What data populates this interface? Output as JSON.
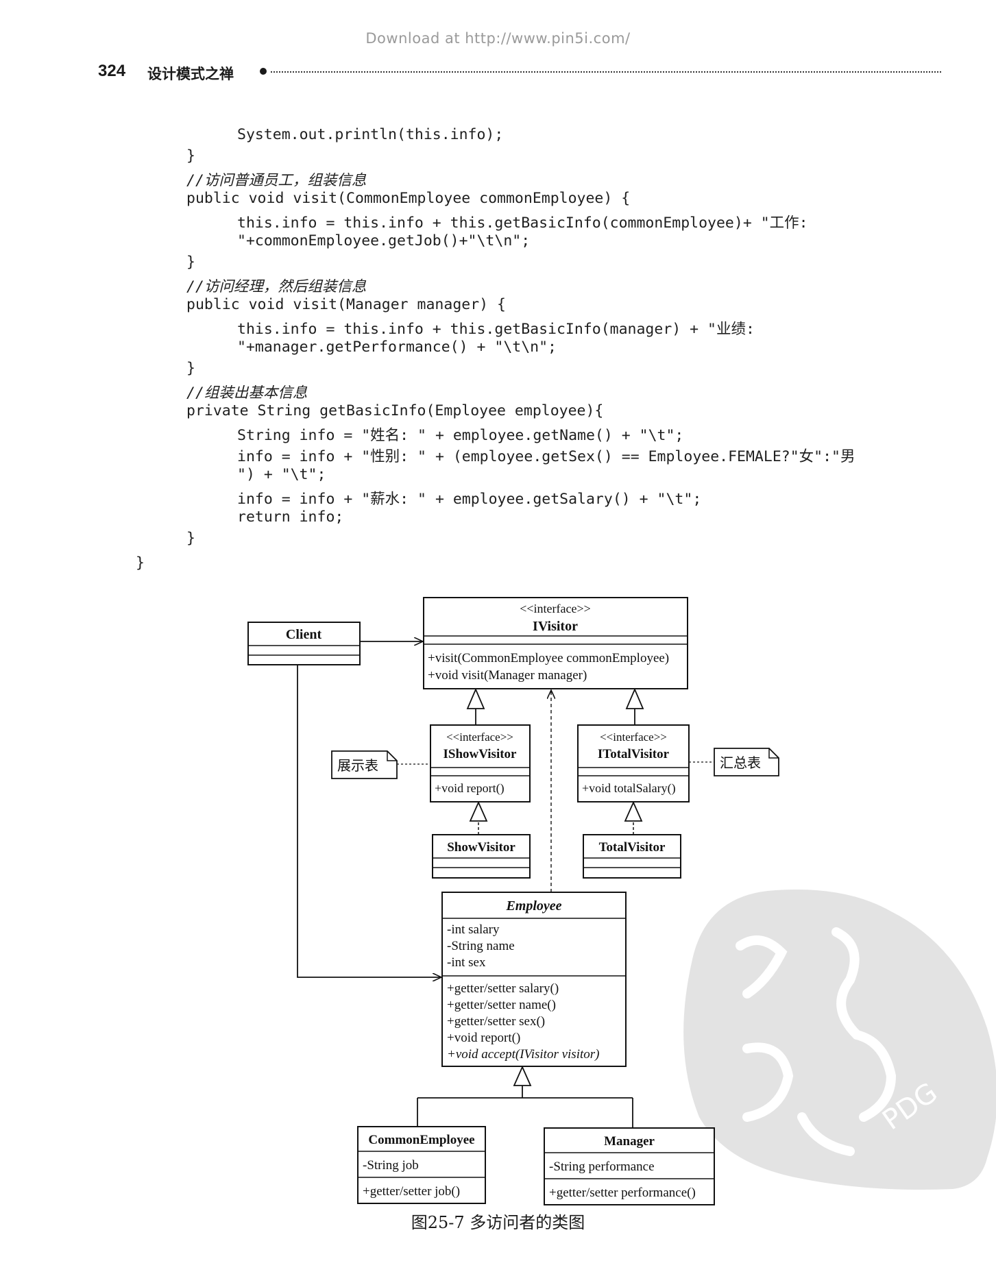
{
  "download_banner": "Download at http://www.pin5i.com/",
  "header": {
    "page_number": "324",
    "book_title": "设计模式之禅"
  },
  "code_lines": [
    "System.out.println(this.info);",
    "}",
    "//访问普通员工，组装信息",
    "public void visit(CommonEmployee commonEmployee) {",
    "this.info = this.info + this.getBasicInfo(commonEmployee)+ \"工作:",
    "\"+commonEmployee.getJob()+\"\\t\\n\";",
    "}",
    "//访问经理，然后组装信息",
    "public void visit(Manager manager) {",
    "this.info = this.info + this.getBasicInfo(manager) + \"业绩:",
    "\"+manager.getPerformance() + \"\\t\\n\";",
    "}",
    "//组装出基本信息",
    "private String getBasicInfo(Employee employee){",
    "String info = \"姓名: \" + employee.getName() + \"\\t\";",
    "info = info + \"性别: \" + (employee.getSex() == Employee.FEMALE?\"女\":\"男",
    "\") + \"\\t\";",
    "info = info + \"薪水: \" + employee.getSalary() + \"\\t\";",
    "return info;",
    "}",
    "}"
  ],
  "diagram": {
    "client": {
      "name": "Client"
    },
    "ivisitor": {
      "stereotype": "<<interface>>",
      "name": "IVisitor",
      "methods": [
        "+visit(CommonEmployee commonEmployee)",
        "+void visit(Manager manager)"
      ]
    },
    "ishowvisitor": {
      "stereotype": "<<interface>>",
      "name": "IShowVisitor",
      "methods": [
        "+void report()"
      ]
    },
    "itotalvisitor": {
      "stereotype": "<<interface>>",
      "name": "ITotalVisitor",
      "methods": [
        "+void totalSalary()"
      ]
    },
    "note_show": "展示表",
    "note_total": "汇总表",
    "showvisitor": {
      "name": "ShowVisitor"
    },
    "totalvisitor": {
      "name": "TotalVisitor"
    },
    "employee": {
      "name": "Employee",
      "attributes": [
        "-int salary",
        "-String name",
        "-int sex"
      ],
      "methods": [
        "+getter/setter salary()",
        "+getter/setter name()",
        "+getter/setter sex()",
        "+void  report()",
        "+void accept(IVisitor visitor)"
      ]
    },
    "commonemployee": {
      "name": "CommonEmployee",
      "attributes": [
        "-String job"
      ],
      "methods": [
        "+getter/setter job()"
      ]
    },
    "manager": {
      "name": "Manager",
      "attributes": [
        "-String performance"
      ],
      "methods": [
        "+getter/setter performance()"
      ]
    }
  },
  "caption": "图25-7   多访问者的类图",
  "watermark": "PDG"
}
